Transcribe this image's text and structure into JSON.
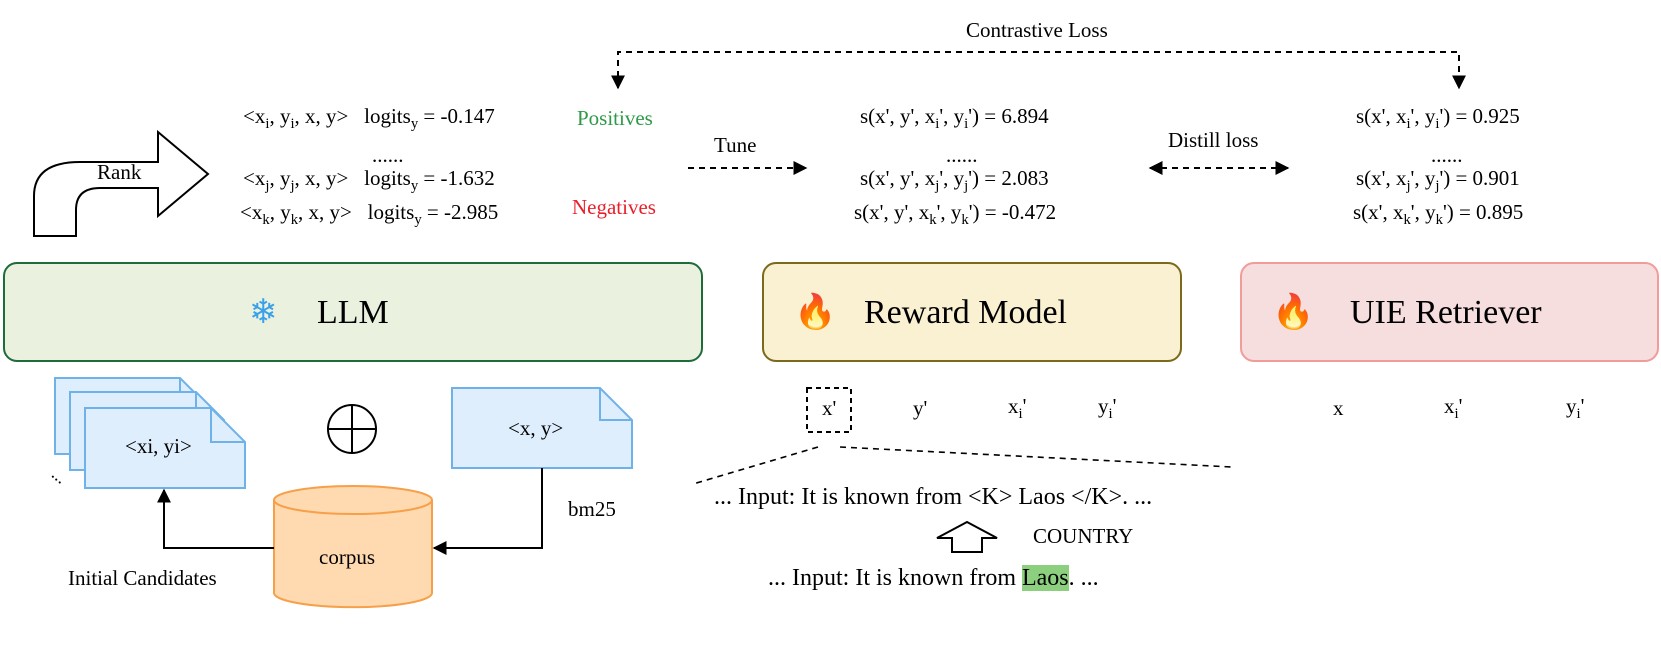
{
  "contrastive_loss": "Contrastive Loss",
  "rank": "Rank",
  "tune": "Tune",
  "distill_loss": "Distill loss",
  "positives": "Positives",
  "negatives": "Negatives",
  "colors": {
    "positives": "#2e9a48",
    "negatives": "#e8202a",
    "llm_fill": "#eaf2df",
    "llm_border": "#1f6b3a",
    "reward_fill": "#faf0d2",
    "reward_border": "#7a6a1a",
    "uie_fill": "#f6dede",
    "uie_border": "#f29b9b",
    "doc_fill": "#dfeefc",
    "doc_border": "#6fb2ea",
    "corpus_fill": "#ffd9b0",
    "corpus_border": "#f6a04a",
    "highlight": "#8ccf7e"
  },
  "llm_scores": [
    {
      "pair": [
        "<x",
        "i",
        ", y",
        "i",
        ", x, y>"
      ],
      "logit_prefix": "logits",
      "logit_sub": "y",
      "value": " = -0.147"
    },
    {
      "dots": "......"
    },
    {
      "pair": [
        "<x",
        "j",
        ", y",
        "j",
        ", x, y>"
      ],
      "logit_prefix": "logits",
      "logit_sub": "y",
      "value": " = -1.632"
    },
    {
      "pair": [
        "<x",
        "k",
        ", y",
        "k",
        ", x, y>"
      ],
      "logit_prefix": "logits",
      "logit_sub": "y",
      "value": " = -2.985"
    }
  ],
  "reward_scores": [
    {
      "parts": [
        "s(x', y', x",
        "i",
        "', y",
        "i",
        "') = 6.894"
      ]
    },
    {
      "dots": "......"
    },
    {
      "parts": [
        "s(x', y', x",
        "j",
        "', y",
        "j",
        "') = 2.083"
      ]
    },
    {
      "parts": [
        "s(x', y', x",
        "k",
        "', y",
        "k",
        "') = -0.472"
      ]
    }
  ],
  "uie_scores": [
    {
      "parts": [
        "s(x', x",
        "i",
        "', y",
        "i",
        "') = 0.925"
      ]
    },
    {
      "dots": "......"
    },
    {
      "parts": [
        "s(x', x",
        "j",
        "', y",
        "j",
        "') = 0.901"
      ]
    },
    {
      "parts": [
        "s(x', x",
        "k",
        "', y",
        "k",
        "') = 0.895"
      ]
    }
  ],
  "models": {
    "llm": {
      "icon": "❄",
      "label": "LLM"
    },
    "reward": {
      "icon": "🔥",
      "label": "Reward Model"
    },
    "uie": {
      "icon": "🔥",
      "label": "UIE Retriever"
    }
  },
  "doc_stack_label": "<xi, yi>",
  "doc_query_label": "<x, y>",
  "oplus": "⊕",
  "corpus": "corpus",
  "bm25": "bm25",
  "initial_candidates": "Initial Candidates",
  "reward_inputs": {
    "x": "x'",
    "y": "y'",
    "xi": "x",
    "xi_sub": "i",
    "xi_post": "'",
    "yi": "y",
    "yi_sub": "i",
    "yi_post": "'"
  },
  "uie_inputs": {
    "x": "x",
    "xi": "x",
    "xi_sub": "i",
    "xi_post": "'",
    "yi": "y",
    "yi_sub": "i",
    "yi_post": "'"
  },
  "marked_input": "... Input: It is known from <K> Laos </K>. ...",
  "country": "COUNTRY",
  "plain_input_prefix": "... Input: It is known from ",
  "plain_input_highlight": "Laos",
  "plain_input_suffix": ". ..."
}
